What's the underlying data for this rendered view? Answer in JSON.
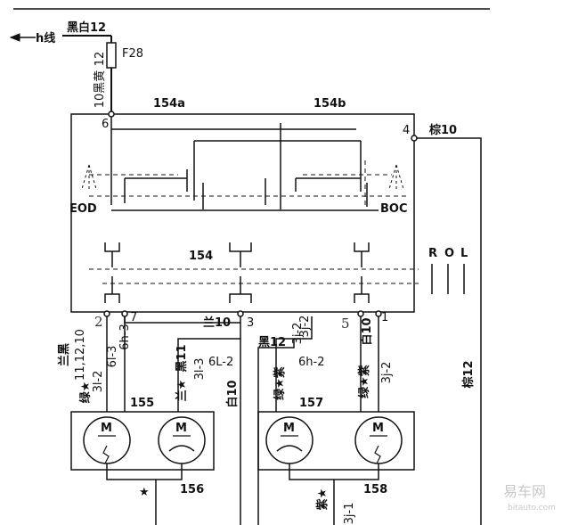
{
  "labels": {
    "h_line": "h线",
    "wire_top": "黑白12",
    "fuse": "F28",
    "wire_fuse_out": "12",
    "wire_10": "10黑黄",
    "seg_a": "154a",
    "seg_b": "154b",
    "pin6": "6",
    "pin4": "4",
    "wire_brown10": "棕10",
    "eod": "EOD",
    "boc": "BOC",
    "block154": "154",
    "rol_r": "R",
    "rol_o": "O",
    "rol_l": "L",
    "pin2_hand": "2",
    "pin7": "7",
    "wire_blue10": "兰10",
    "pin3": "3",
    "pin3j2": "3j-2",
    "pin5_hand": "5",
    "wire_white10": "白10",
    "pin1": "1",
    "w_blue_black": "兰黑",
    "w_nums": "11,12,10",
    "w_3l2": "3l-2",
    "w_6l3": "6l-3",
    "w_6h3": "6h-3",
    "w_black11": "黑11",
    "w_blue_star": "兰★",
    "w_3l3": "3l-3",
    "w_6l2": "6L-2",
    "w_black12": "黑12",
    "w_green_star_purple": "绿★紫",
    "w_3j2": "3j-2",
    "w_6h2": "6h-2",
    "w_green_star_purple2": "绿★紫",
    "w_3j2b": "3j-2",
    "w_green_star_l": "绿★",
    "w_white10_v": "白10",
    "w_brown12": "棕12",
    "motor155": "155",
    "motor157": "157",
    "motor_m": "M",
    "bottom156": "156",
    "bottom158": "158",
    "bot_star_left": "★",
    "bot_purple_star": "紫★",
    "bot_3j1": "3j-1",
    "watermark_cn": "易车网",
    "watermark_en": "bitauto.com"
  }
}
